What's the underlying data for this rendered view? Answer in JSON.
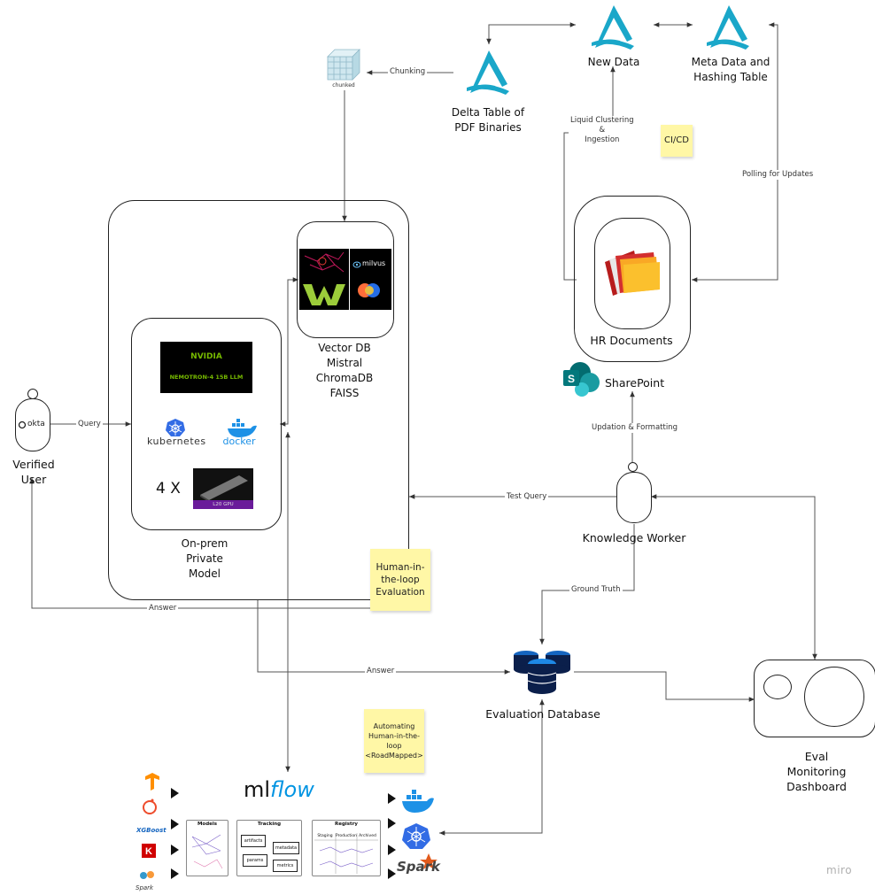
{
  "nodes": {
    "new_data": "New Data",
    "meta_data": "Meta Data and\nHashing Table",
    "delta_table": "Delta Table of\nPDF Binaries",
    "chunked_caption": "chunked",
    "vector_db": "Vector DB\nMistral\nChromaDB\nFAISS",
    "onprem": "On-prem\nPrivate\nModel",
    "hr_documents": "HR Documents",
    "sharepoint": "SharePoint",
    "verified_user": "Verified User",
    "okta": "okta",
    "knowledge_worker": "Knowledge Worker",
    "eval_db": "Evaluation Database",
    "eval_dashboard": "Eval\nMonitoring Dashboard",
    "multiplier": "4 X",
    "nemotron": "NEMOTRON-4 15B LLM",
    "nvidia": "NVIDIA",
    "gpu_caption": "L20 GPU",
    "kubernetes": "kubernetes",
    "docker": "docker",
    "milvus": "milvus",
    "mlflow_ml": "ml",
    "mlflow_flow": "flow",
    "xgboost": "XGBoost",
    "spark": "Spark",
    "mlflow_panels": {
      "models": "Models",
      "tracking": "Tracking",
      "registry": "Registry",
      "artifacts": "artifacts",
      "metadata": "metadata",
      "params": "params",
      "metrics": "metrics",
      "staging": "Staging",
      "production": "Production",
      "archived": "Archived"
    }
  },
  "edges": {
    "chunking": "Chunking",
    "liquid": "Liquid Clustering\n&\nIngestion",
    "polling": "Polling for Updates",
    "query": "Query",
    "updation": "Updation & Formatting",
    "test_query": "Test Query",
    "ground_truth": "Ground Truth",
    "answer_user": "Answer",
    "answer_db": "Answer"
  },
  "notes": {
    "cicd": "CI/CD",
    "hitl": "Human-in-\nthe-loop\nEvaluation",
    "automating": "Automating\nHuman-in-the-\nloop\n<RoadMapped>"
  },
  "watermark": "miro",
  "colors": {
    "delta": "#1aa7c9",
    "sticky": "#fff7a6",
    "nvidia_green": "#76b900",
    "db_navy": "#0b1f4b",
    "db_blue": "#1565c0",
    "sharepoint": "#03787c",
    "mlflow_blue": "#0194e2",
    "k8s_blue": "#326ce5",
    "docker_blue": "#1d91e6"
  }
}
